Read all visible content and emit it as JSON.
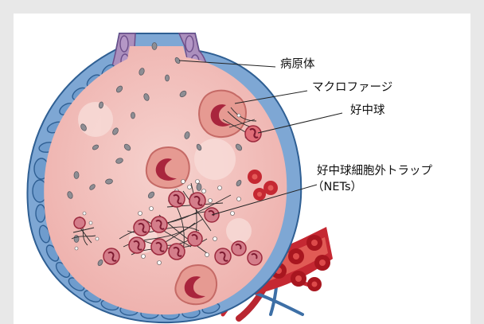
{
  "labels": {
    "pathogen": "病原体",
    "macrophage": "マクロファージ",
    "neutrophil": "好中球",
    "nets_line1": "好中球細胞外トラップ",
    "nets_line2": "（NETs）"
  },
  "icons": {
    "alveolus": "alveolus-illustration",
    "pathogen": "pathogen-icon",
    "macrophage": "macrophage-icon",
    "neutrophil": "neutrophil-icon",
    "net": "net-fiber-icon",
    "red_blood_cell": "red-blood-cell-icon"
  },
  "colors": {
    "background": "#e8e8e8",
    "panel": "#ffffff",
    "alveolus_lumen": "#f3c4c0",
    "epithelium_blue": "#5d90c2",
    "epithelium_purple": "#ab8fbd",
    "capillary_red": "#c52832",
    "macrophage": "#e69a92",
    "neutrophil": "#d47d8a",
    "leader_line": "#222222"
  }
}
